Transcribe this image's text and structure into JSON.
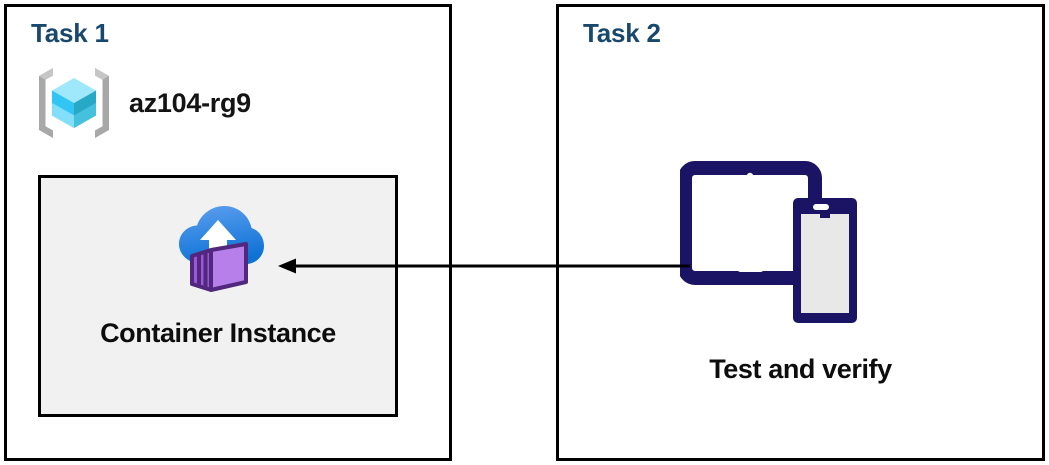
{
  "diagram": {
    "title_color": "#19486f",
    "line_color": "#000000",
    "panels": [
      {
        "id": "task1",
        "title": "Task 1",
        "resource_group": {
          "icon": "azure-resource-group-icon",
          "label": "az104-rg9"
        },
        "resource": {
          "icon": "azure-container-instance-icon",
          "label": "Container Instance",
          "fill_color": "#f1f1f1"
        }
      },
      {
        "id": "task2",
        "title": "Task 2",
        "resource": {
          "icon": "devices-tablet-phone-icon",
          "label": "Test and verify",
          "icon_color": "#1b1464"
        }
      }
    ],
    "connector": {
      "name": "arrow-task2-to-container-instance",
      "direction": "right-to-left",
      "color": "#000000"
    }
  }
}
